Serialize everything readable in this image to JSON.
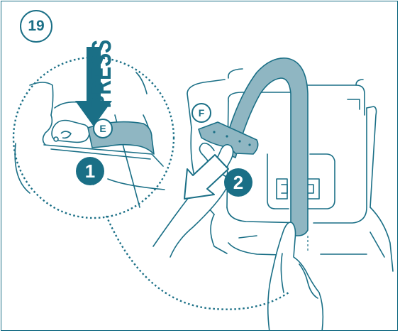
{
  "step": {
    "number": "19"
  },
  "callout": {
    "press_label": "PRESS"
  },
  "labels": {
    "e": "E",
    "f": "F"
  },
  "steps": [
    {
      "number": "1"
    },
    {
      "number": "2"
    }
  ],
  "colors": {
    "accent": "#1a6f86",
    "fill_light": "#7aa7b6",
    "line": "#1a6f86"
  }
}
